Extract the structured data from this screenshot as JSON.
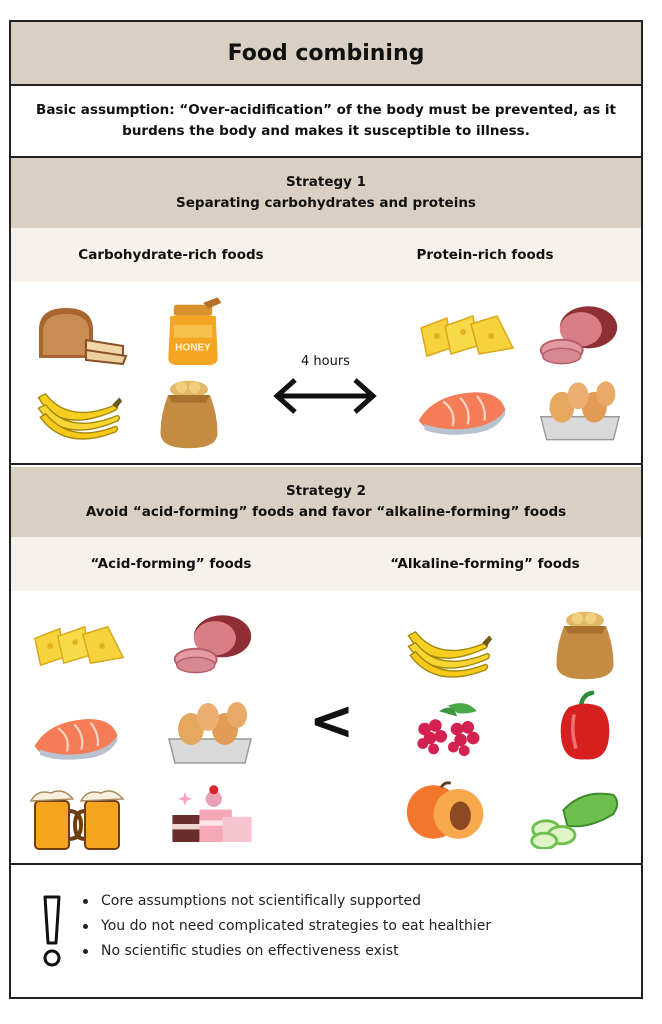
{
  "title": "Food combining",
  "assumption": "Basic assumption: “Over-acidification” of the body must be prevented, as it burdens the body and makes it susceptible to illness.",
  "strategy1": {
    "heading": "Strategy 1",
    "subheading": "Separating carbohydrates and proteins",
    "left_column": "Carbohydrate-rich foods",
    "right_column": "Protein-rich foods",
    "arrow_label": "4 hours",
    "left_icons": [
      "bread-icon",
      "honey-jar-icon",
      "bananas-icon",
      "potato-sack-icon"
    ],
    "right_icons": [
      "cheese-icon",
      "ham-icon",
      "salmon-icon",
      "eggs-icon"
    ]
  },
  "strategy2": {
    "heading": "Strategy 2",
    "subheading": "Avoid “acid-forming” foods and favor “alkaline-forming” foods",
    "left_column": "“Acid-forming” foods",
    "right_column": "“Alkaline-forming” foods",
    "comparison_symbol": "<",
    "left_icons": [
      "cheese-icon",
      "ham-icon",
      "salmon-icon",
      "eggs-icon",
      "beer-icon",
      "cakes-icon"
    ],
    "right_icons": [
      "bananas-icon",
      "potato-sack-icon",
      "raspberries-icon",
      "red-pepper-icon",
      "apricot-icon",
      "cucumber-icon"
    ]
  },
  "footer": {
    "warning_icon": "exclamation-icon",
    "notes": [
      "Core assumptions not scientifically supported",
      "You do not need complicated strategies to eat healthier",
      "No scientific studies on effectiveness exist"
    ]
  },
  "colors": {
    "header_band": "#d9cfc3",
    "column_band": "#f6f1ea",
    "border": "#222222"
  }
}
